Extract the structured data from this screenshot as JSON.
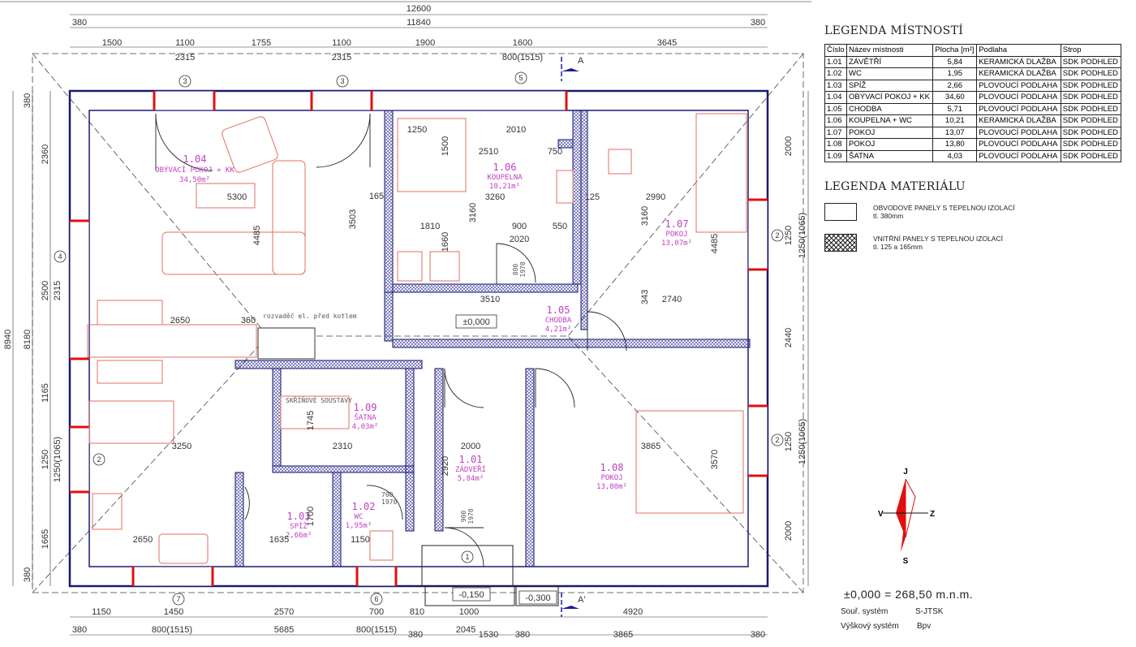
{
  "dimensions": {
    "overall_width": "12600",
    "inner_width": "11840",
    "left_offset_top": "380",
    "right_offset_top": "380",
    "top_segments": [
      "1500",
      "1100",
      "1755",
      "1100",
      "1900",
      "1600",
      "3645"
    ],
    "top_sub": [
      "2315",
      "2315",
      "800(1515)"
    ],
    "bottom_segments": [
      "1150",
      "1450",
      "2570",
      "700",
      "810",
      "1000",
      "4920"
    ],
    "bottom_outer": [
      "380",
      "800(1515)",
      "5685",
      "800(1515)",
      "380",
      "2045",
      "1530",
      "380",
      "3865",
      "380"
    ],
    "left_overall": "8940",
    "left_inner": "8180",
    "left_segments": [
      "380",
      "2360",
      "2500",
      "1165",
      "1250",
      "1665",
      "380"
    ],
    "left_sub": [
      "2315",
      "1250(1065)"
    ],
    "right_segments": [
      "2000",
      "1250(1065)",
      "2440",
      "1250(1065)",
      "2000"
    ],
    "right_col": [
      "1250",
      "1250"
    ]
  },
  "rooms": [
    {
      "num": "1.04",
      "name": "OBÝVACÍ POKOJ + KK",
      "area": "34,50m²"
    },
    {
      "num": "1.06",
      "name": "KOUPELNA",
      "area": "10,21m²"
    },
    {
      "num": "1.07",
      "name": "POKOJ",
      "area": "13,07m²"
    },
    {
      "num": "1.05",
      "name": "CHODBA",
      "area": "4,21m²"
    },
    {
      "num": "1.09",
      "name": "ŠATNA",
      "area": "4,03m²"
    },
    {
      "num": "1.01",
      "name": "ZÁDVEŘÍ",
      "area": "5,84m²"
    },
    {
      "num": "1.08",
      "name": "POKOJ",
      "area": "13,80m²"
    },
    {
      "num": "1.03",
      "name": "SPÍŽ",
      "area": "2,66m²"
    },
    {
      "num": "1.02",
      "name": "WC",
      "area": "1,95m²"
    }
  ],
  "inner_dims": {
    "d5300": "5300",
    "d4485": "4485",
    "d3503": "3503",
    "d2650": "2650",
    "d3250": "3250",
    "d2650b": "2650",
    "d1250": "1250",
    "d2010": "2010",
    "d2510": "2510",
    "d3260": "3260",
    "d1810": "1810",
    "d900": "900",
    "d550": "550",
    "d2020": "2020",
    "d3160": "3160",
    "d1500": "1500",
    "d1660": "1660",
    "d750": "750",
    "d2990": "2990",
    "d2740": "2740",
    "d3510": "3510",
    "d3865": "3865",
    "d3570": "3570",
    "d2310": "2310",
    "d2000": "2000",
    "d2920": "2920",
    "d1745": "1745",
    "d1635": "1635",
    "d1150": "1150",
    "d1700": "1700",
    "d165": "165",
    "d125": "125",
    "d360": "360",
    "d343": "343"
  },
  "doors": [
    "800\n1970",
    "700\n1970",
    "900\n1970"
  ],
  "axis_labels": [
    "1",
    "2",
    "3",
    "4",
    "5",
    "6",
    "7"
  ],
  "section_label": "A",
  "section_label_b": "A'",
  "levels": {
    "main": "±0,000",
    "lower": "-0,150",
    "outer": "-0,300"
  },
  "notes": {
    "mains": "rozvaděč el. před kotlem",
    "closet": "SKŘÍŇOVÉ SOUSTAVY"
  },
  "compass": {
    "n": "J",
    "s": "S",
    "w": "V",
    "e": "Z"
  },
  "legend_rooms_title": "LEGENDA MÍSTNOSTÍ",
  "legend_rooms_headers": [
    "Číslo",
    "Název místnosti",
    "Plocha [m²]",
    "Podlaha",
    "Strop"
  ],
  "legend_rooms_rows": [
    [
      "1.01",
      "ZÁVĚTŘÍ",
      "5,84",
      "KERAMICKÁ DLAŽBA",
      "SDK PODHLED"
    ],
    [
      "1.02",
      "WC",
      "1,95",
      "KERAMICKÁ DLAŽBA",
      "SDK PODHLED"
    ],
    [
      "1.03",
      "SPÍŽ",
      "2,66",
      "PLOVOUCÍ PODLAHA",
      "SDK PODHLED"
    ],
    [
      "1.04",
      "OBÝVACÍ POKOJ + KK",
      "34,60",
      "PLOVOUCÍ PODLAHA",
      "SDK PODHLED"
    ],
    [
      "1.05",
      "CHODBA",
      "5,71",
      "PLOVOUCÍ PODLAHA",
      "SDK PODHLED"
    ],
    [
      "1.06",
      "KOUPELNA + WC",
      "10,21",
      "KERAMICKÁ DLAŽBA",
      "SDK PODHLED"
    ],
    [
      "1.07",
      "POKOJ",
      "13,07",
      "PLOVOUCÍ PODLAHA",
      "SDK PODHLED"
    ],
    [
      "1.08",
      "POKOJ",
      "13,80",
      "PLOVOUCÍ PODLAHA",
      "SDK PODHLED"
    ],
    [
      "1.09",
      "ŠATNA",
      "4,03",
      "PLOVOUCÍ PODLAHA",
      "SDK PODHLED"
    ]
  ],
  "legend_material_title": "LEGENDA MATERIÁLU",
  "materials": [
    {
      "line1": "OBVODOVÉ PANELY S TEPELNOU IZOLACÍ",
      "line2": "tl. 380mm"
    },
    {
      "line1": "VNITŘNÍ PANELY S TEPELNOU IZOLACÍ",
      "line2": "tl. 125 a 165mm"
    }
  ],
  "elevation": "±0,000  =  268,50  m.n.m.",
  "coord_system_label": "Souř. systém",
  "coord_system_value": "S-JTSK",
  "height_system_label": "Výškový systém",
  "height_system_value": "Bpv"
}
